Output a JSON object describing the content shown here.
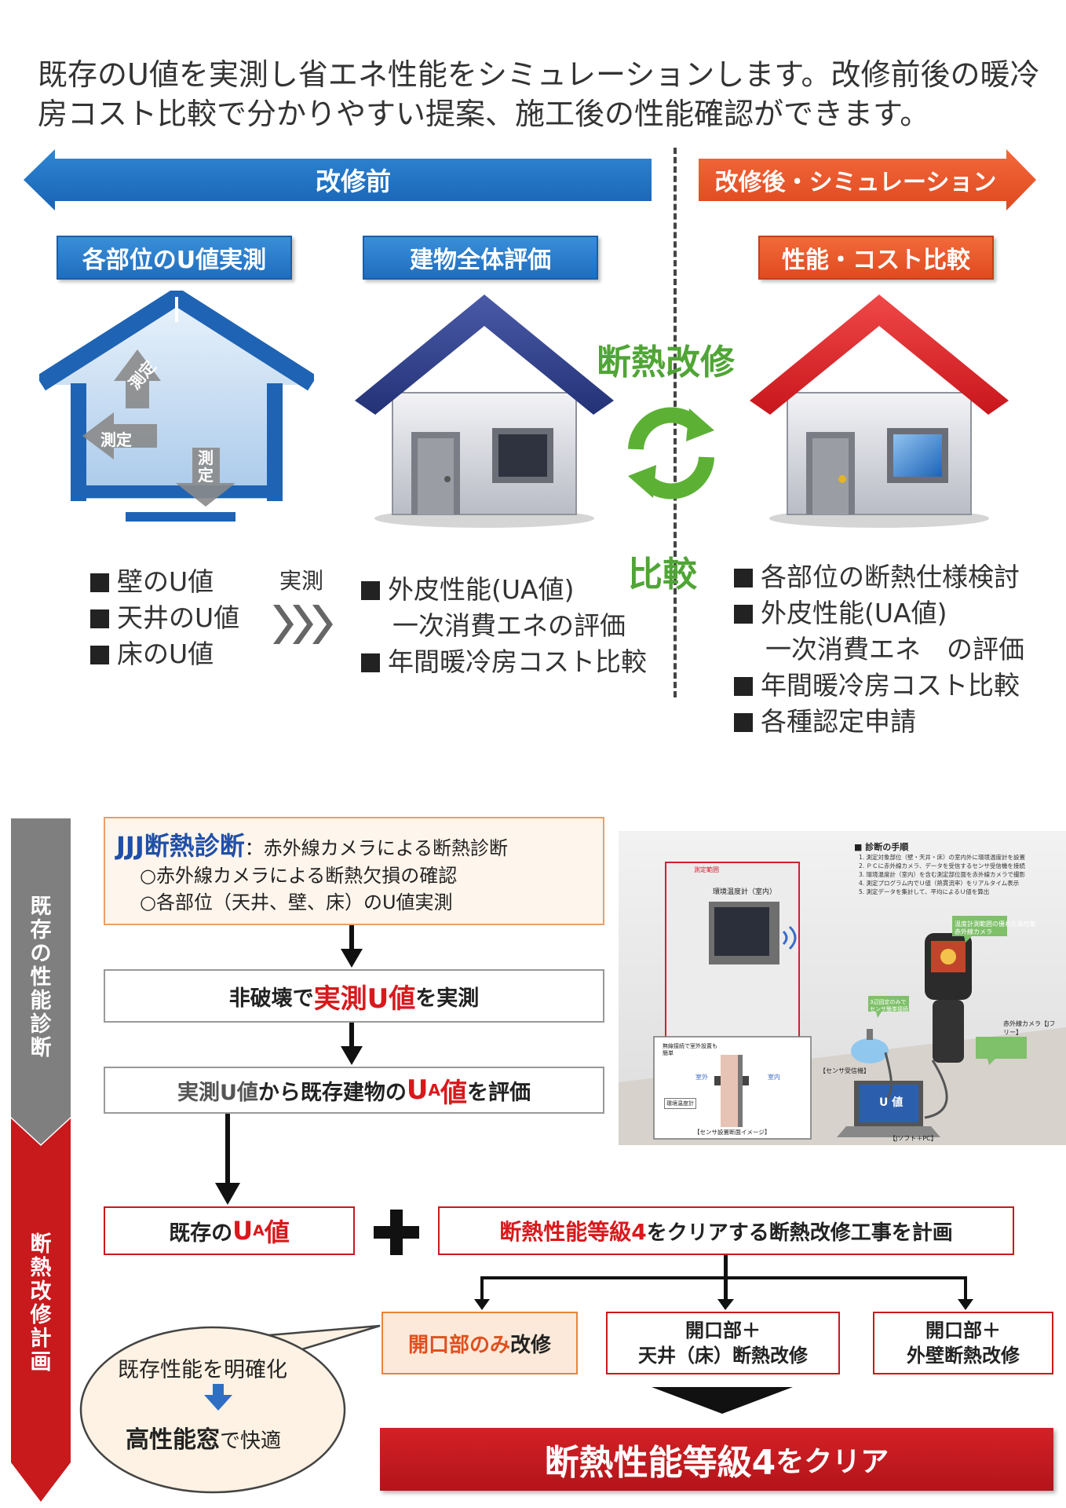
{
  "intro": {
    "line1": "既存のU値を実測し省エネ性能をシミュレーションします。改修前後の暖冷",
    "line2": "房コスト比較で分かりやすい提案、施工後の性能確認ができます。"
  },
  "arrows": {
    "before": "改修前",
    "after": "改修後・シミュレーション"
  },
  "headers": {
    "measure": "各部位のU値実測",
    "evaluate": "建物全体評価",
    "compare": "性能・コスト比較"
  },
  "house1_labels": {
    "roof": "測定",
    "wall": "測定",
    "floor": "測定"
  },
  "center": {
    "retrofit": "断熱改修",
    "comparison": "比較"
  },
  "col1": {
    "items": [
      "壁のU値",
      "天井のU値",
      "床のU値"
    ],
    "arrow_label": "実測"
  },
  "col2": {
    "line1": "外皮性能(UA値)",
    "line2": "一次消費エネの評価",
    "line3": "年間暖冷房コスト比較"
  },
  "col3": {
    "line1": "各部位の断熱仕様検討",
    "line2": "外皮性能(UA値)",
    "line3": "一次消費エネ　の評価",
    "line4": "年間暖冷房コスト比較",
    "line5": "各種認定申請"
  },
  "side": {
    "top": [
      "既",
      "存",
      "の",
      "性",
      "能",
      "診",
      "断"
    ],
    "bottom": [
      "断",
      "熱",
      "改",
      "修",
      "計",
      "画"
    ]
  },
  "diag": {
    "brand": "JJJ断熱診断",
    "sep": "：",
    "desc": "赤外線カメラによる断熱診断",
    "line1": "○赤外線カメラによる断熱欠損の確認",
    "line2": "○各部位（天井、壁、床）のU値実測"
  },
  "step1": {
    "a": "非破壊で",
    "b": "実測U値",
    "c": "を実測"
  },
  "step2": {
    "a": "実測U値",
    "b": "から既存建物の",
    "c": "U",
    "d": "A",
    "e": "値",
    "f": "を評価"
  },
  "existing": {
    "a": "既存の",
    "b": "U",
    "c": "A",
    "d": "値"
  },
  "plan": {
    "a": "断熱性能等級4",
    "b": "をクリアする断熱改修工事を計画"
  },
  "options": {
    "o1a": "開口部のみ",
    "o1b": "改修",
    "o2a": "開口部＋",
    "o2b": "天井（床）断熱改修",
    "o3a": "開口部＋",
    "o3b": "外壁断熱改修"
  },
  "bubble": {
    "line1": "既存性能を明確化",
    "line2a": "高性能窓",
    "line2b": "で快適"
  },
  "final": {
    "a": "断熱性能等級4",
    "b": "をクリア"
  },
  "photo": {
    "title": "■ 診断の手順",
    "steps": [
      "1. 測定対象部位（壁・天井・床）の室内外に環境温度計を設置",
      "2. ＰＣに赤外線カメラ、データを受信するセンサ受信機を接続",
      "3. 環境温度計（室内）を含む測定部位面を赤外線カメラで撮影",
      "4. 測定プログラム内でＵ値（熱貫流率）をリアルタイム表示",
      "5. 測定データを集計して、平均によるＵ値を算出"
    ],
    "thermometer": "環境温度計（室内）",
    "outdoor_note": "無線接続で室外設置も簡単",
    "sensor_note": "3辺固定のみでセンサ簡単接続",
    "camera_note": "温度計測範囲の優れた高性能赤外線カメラ",
    "camera": "赤外線カメラ【Jフリー】",
    "receiver": "【センサ受信機】",
    "u_value": "U 値",
    "software": "【Jソフト＋PC】",
    "outdoor": "室外",
    "indoor": "室内",
    "env_thermo": "環境温度計",
    "section": "【センサ設置断面イメージ】",
    "area": "測定範囲"
  },
  "colors": {
    "blue": "#1f6dbf",
    "orange": "#e8532a",
    "red": "#c8191d",
    "green": "#5cb135"
  }
}
